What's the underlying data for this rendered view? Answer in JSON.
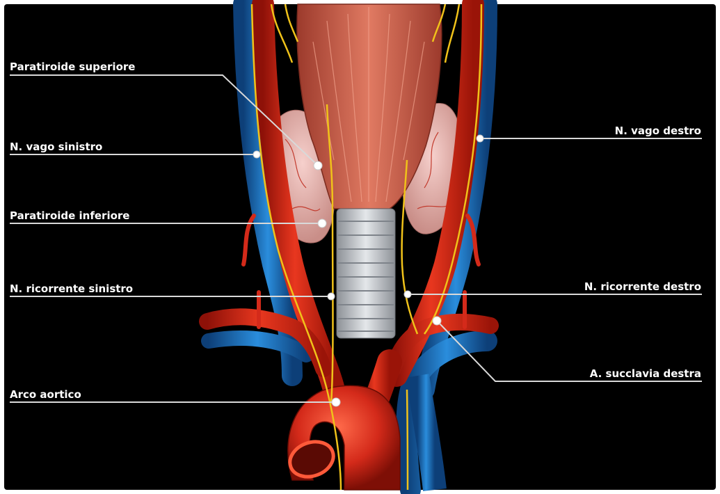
{
  "labels": {
    "paratiroide_superiore": "Paratiroide superiore",
    "n_vago_sinistro": "N. vago sinistro",
    "paratiroide_inferiore": "Paratiroide inferiore",
    "n_ricorrente_sinistro": "N. ricorrente sinistro",
    "arco_aortico": "Arco aortico",
    "n_vago_destro": "N. vago destro",
    "n_ricorrente_destro": "N. ricorrente destro",
    "a_succlavia_destra": "A. succlavia destra"
  },
  "colors": {
    "background": "#000000",
    "artery": "#d42a1a",
    "vein": "#1c74c4",
    "nerve": "#f0c21a",
    "thyroid": "#e8b0aa",
    "larynx": "#c95a48",
    "trachea": "#c8ccd2"
  }
}
